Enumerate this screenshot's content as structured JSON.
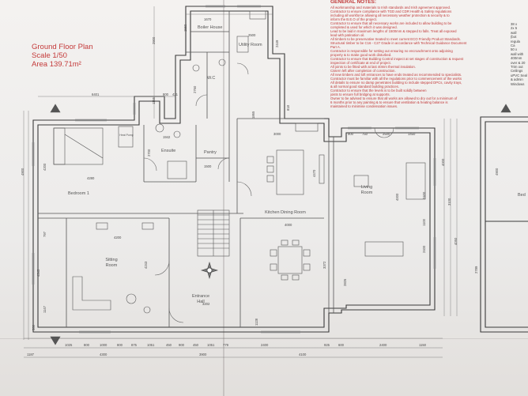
{
  "plan": {
    "title": "Ground Floor Plan",
    "scale": "Scale 1/50",
    "area": "Area 139.71m²"
  },
  "notes": {
    "heading": "GENERAL NOTES:",
    "lines": [
      "All workmanship and materials to Irish standards and Irish agreement approved.",
      "Contractor to ensure compliance with TGD and CDR Health & Safety regulations",
      "including all workforce allowing all necessary weather protection & security & to",
      "inform the B.E.O of the project.",
      "Contractor to ensure that all necessary works are included to allow building to be",
      "completed & used for which it was designed.",
      "Lead to be laid in maximum lengths of 1500mm & stepped to falls. Treat all exposed",
      "lead with patination oil.",
      "All timbers to be preservative treated to meet current ECO Friendly Product Standards.",
      "Structural timber to be C16 - C27 Grade in accordance with Technical Guidance Document",
      "Part A.",
      "Contractor is responsible for setting out ensuring no encroachment onto adjoining",
      "property & to make good work disturbed.",
      "Contractor to ensure that Building Control inspect at set stages of construction & request",
      "inspection of certificate at end of project.",
      "All joints to be fitted with at last 40mm thermal insulation.",
      "Cistern left after completion of construction.",
      "All new timbers and loft entrances to have ends treated as recommended to specialists.",
      "Contractor must be familiar with all the regulations prior to commencement of the works",
      "All details to ensure no damp penetrates building to include stepped DPCs, cavity trays,",
      "& all normal good standard building practices.",
      "Contractor to ensure that the levels is to be built solidly between",
      "joists to ensure full bridging at supports.",
      "Owner to be advised to ensure that all works are allowed to dry out for a minimum of",
      "6 months prior to any painting & to ensure that ventilation & heating balance is",
      "maintained to minimise condensation issues."
    ]
  },
  "right_notes": {
    "lines": [
      "38 x",
      "2x 5",
      "wall",
      "(bot",
      "regula",
      "Ca",
      "50 x",
      "wall with",
      "400mm",
      "over & 20",
      "Trim out",
      "Ceilings",
      "uPVC Seal",
      "& admin",
      "Windows"
    ]
  },
  "rooms": {
    "boiler": "Boiler House",
    "utility": "Utility Room",
    "wc": "W.C",
    "ensuite": "Ensuite",
    "pantry": "Pantry",
    "bedroom1": "Bedroom 1",
    "kitchen": "Kitchen Dining Room",
    "living": "Living Room",
    "sitting": "Sitting Room",
    "hall": "Entrance Hall",
    "pump": "Heat Pump",
    "bedroom_right": "Bed"
  },
  "dims": {
    "top_1670": "1670",
    "top_2900": "2900",
    "top_2500": "2500",
    "top_2449": "2449",
    "top_1550": "1550",
    "top_6401": "6401",
    "top_1155": "1155",
    "top_800": "800",
    "top_421": "421",
    "top_2760": "2760",
    "top_1865": "1865",
    "top_818": "818",
    "top_900": "900",
    "top_2500b": "2500",
    "top_1450": "1450",
    "top_750": "750",
    "top_3000": "3000",
    "left_4900": "4900",
    "left_4200": "4200",
    "left_797": "797",
    "left_4343": "4343",
    "left_1147": "1147",
    "left_500": "500",
    "right_4000": "4000",
    "right_3100": "3100",
    "right_4050": "4050",
    "right_2400": "2400",
    "right_1100": "1100",
    "right_2400b": "2400",
    "right_2789": "2789",
    "right_4900": "4900",
    "mid_1942": "1942",
    "mid_2700": "2700",
    "mid_1500": "1500",
    "mid_4280": "4280",
    "mid_4200": "4200",
    "mid_4000": "4000",
    "mid_4470": "4470",
    "mid_3372": "3372",
    "mid_4243": "4243",
    "mid_3202": "3202",
    "mid_2826": "2826",
    "mid_4000b": "4000",
    "mid_1128": "1128",
    "bottom_row1": [
      "1025",
      "800",
      "1000",
      "800",
      "875",
      "1051",
      "450",
      "900",
      "450",
      "1051",
      "779",
      "2400",
      "925",
      "600",
      "2400",
      "1150"
    ],
    "bottom_row2": [
      "1187",
      "4300",
      "3900",
      "4100"
    ]
  }
}
